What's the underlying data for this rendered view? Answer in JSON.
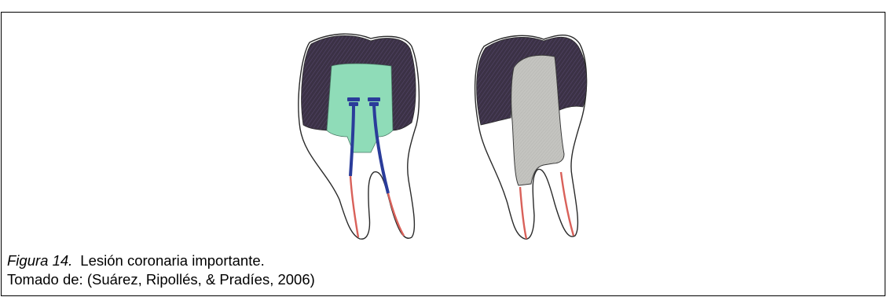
{
  "figure": {
    "label": "Figura 14.",
    "title": "Lesión coronaria importante.",
    "source": "Tomado de: (Suárez, Ripollés, & Pradíes, 2006)"
  },
  "illustration": {
    "left_tooth": {
      "crown_color": "#3b3145",
      "filling_color": "#8fdcb8",
      "post_color": "#2a3c9a",
      "root_canal_color": "#d9615a"
    },
    "right_tooth": {
      "crown_color": "#3b3145",
      "core_color": "#c4c4c0",
      "root_canal_color": "#d9615a"
    }
  }
}
